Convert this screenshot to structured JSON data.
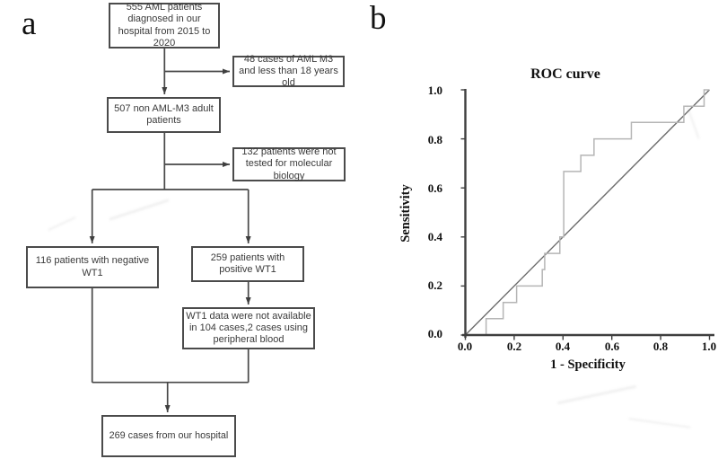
{
  "panels": {
    "a_label": "a",
    "b_label": "b"
  },
  "flowchart": {
    "nodes": [
      {
        "id": "total",
        "label": "555 AML patients diagnosed in our hospital from 2015 to 2020"
      },
      {
        "id": "excluded-m3",
        "label": "48 cases of AML M3 and less than 18 years old"
      },
      {
        "id": "non-m3-adult",
        "label": "507 non AML-M3 adult patients"
      },
      {
        "id": "not-tested",
        "label": "132 patients were not tested for molecular biology"
      },
      {
        "id": "negative-wt1",
        "label": "116 patients with negative WT1"
      },
      {
        "id": "positive-wt1",
        "label": "259 patients with positive WT1"
      },
      {
        "id": "wt1-missing",
        "label": "WT1 data were not available in 104 cases,2 cases using peripheral blood"
      },
      {
        "id": "final",
        "label": "269 cases from our hospital"
      }
    ]
  },
  "chart_data": {
    "type": "line",
    "title": "ROC curve",
    "xlabel": "1 - Specificity",
    "ylabel": "Sensitivity",
    "xlim": [
      0.0,
      1.0
    ],
    "ylim": [
      0.0,
      1.0
    ],
    "grid": false,
    "legend": "none",
    "x_ticks": [
      0.0,
      0.2,
      0.4,
      0.6,
      0.8,
      1.0
    ],
    "y_ticks": [
      0.0,
      0.2,
      0.4,
      0.6,
      0.8,
      1.0
    ],
    "x_tick_labels": [
      "0.0",
      "0.2",
      "0.4",
      "0.6",
      "0.8",
      "1.0"
    ],
    "y_tick_labels": [
      "0.0",
      "0.2",
      "0.4",
      "0.6",
      "0.8",
      "1.0"
    ],
    "series": [
      {
        "name": "ROC step curve",
        "style": "step",
        "color": "#b5b5b5",
        "points": [
          [
            0.0,
            0.0
          ],
          [
            0.085,
            0.0
          ],
          [
            0.085,
            0.067
          ],
          [
            0.155,
            0.067
          ],
          [
            0.155,
            0.133
          ],
          [
            0.21,
            0.133
          ],
          [
            0.21,
            0.2
          ],
          [
            0.315,
            0.2
          ],
          [
            0.315,
            0.267
          ],
          [
            0.325,
            0.267
          ],
          [
            0.325,
            0.333
          ],
          [
            0.387,
            0.333
          ],
          [
            0.387,
            0.4
          ],
          [
            0.403,
            0.4
          ],
          [
            0.403,
            0.667
          ],
          [
            0.473,
            0.667
          ],
          [
            0.473,
            0.733
          ],
          [
            0.527,
            0.733
          ],
          [
            0.527,
            0.8
          ],
          [
            0.68,
            0.8
          ],
          [
            0.68,
            0.867
          ],
          [
            0.895,
            0.867
          ],
          [
            0.895,
            0.933
          ],
          [
            0.978,
            0.933
          ],
          [
            0.978,
            1.0
          ],
          [
            1.0,
            1.0
          ]
        ]
      },
      {
        "name": "Reference diagonal",
        "style": "line",
        "color": "#6b6b6b",
        "points": [
          [
            0.0,
            0.0
          ],
          [
            1.0,
            1.0
          ]
        ]
      }
    ],
    "axis_color": "#3f3f3f"
  }
}
